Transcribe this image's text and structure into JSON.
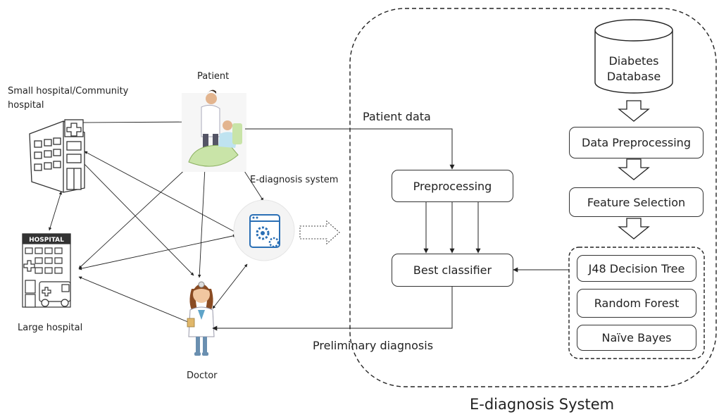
{
  "nodes": {
    "small_hospital": "Small hospital/Community\nhospital",
    "patient": "Patient",
    "e_diagnosis_node": "E-diagnosis system",
    "large_hospital": "Large hospital",
    "doctor": "Doctor",
    "large_hospital_sign": "HOSPITAL"
  },
  "system": {
    "title": "E-diagnosis System",
    "patient_data": "Patient data",
    "preliminary_diagnosis": "Preliminary diagnosis",
    "preprocessing": "Preprocessing",
    "best_classifier": "Best classifier",
    "database_line1": "Diabetes",
    "database_line2": "Database",
    "data_preprocessing": "Data Preprocessing",
    "feature_selection": "Feature Selection",
    "classifiers": [
      "J48 Decision Tree",
      "Random Forest",
      "Naïve Bayes"
    ]
  },
  "icons": [
    "hospital-building-icon",
    "large-hospital-icon",
    "patient-icon",
    "e-diagnosis-gear-icon",
    "doctor-icon",
    "database-cylinder-icon"
  ]
}
